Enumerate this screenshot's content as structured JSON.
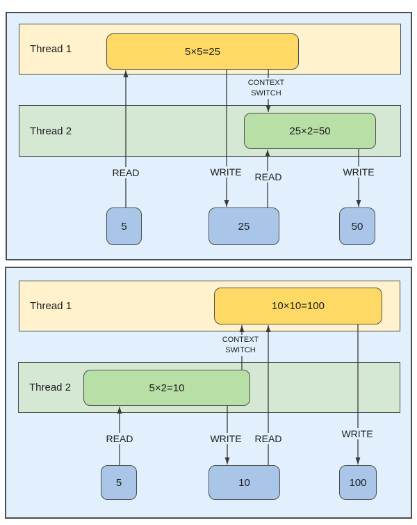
{
  "colors": {
    "page_bg": "#ffffff",
    "panel_bg": "#e1f0fc",
    "panel_border": "#4d4d4d",
    "thread1_lane": "#fff2cc",
    "thread2_lane": "#d5e8d4",
    "operation_yellow": "#ffd966",
    "operation_green": "#b7dfa6",
    "value_blue": "#a9c6e8",
    "arrow_line": "#3a3a3a"
  },
  "panels": [
    {
      "thread1_label": "Thread 1",
      "thread2_label": "Thread 2",
      "thread1_operation": "5×5=25",
      "thread2_operation": "25×2=50",
      "context_switch_line1": "CONTEXT",
      "context_switch_line2": "SWITCH",
      "arrow_labels": {
        "read1": "READ",
        "write1": "WRITE",
        "read2": "READ",
        "write2": "WRITE"
      },
      "values": {
        "initial": "5",
        "intermediate": "25",
        "final": "50"
      }
    },
    {
      "thread1_label": "Thread 1",
      "thread2_label": "Thread 2",
      "thread1_operation": "10×10=100",
      "thread2_operation": "5×2=10",
      "context_switch_line1": "CONTEXT",
      "context_switch_line2": "SWITCH",
      "arrow_labels": {
        "read1": "READ",
        "write1": "WRITE",
        "read2": "READ",
        "write2": "WRITE"
      },
      "values": {
        "initial": "5",
        "intermediate": "10",
        "final": "100"
      }
    }
  ]
}
